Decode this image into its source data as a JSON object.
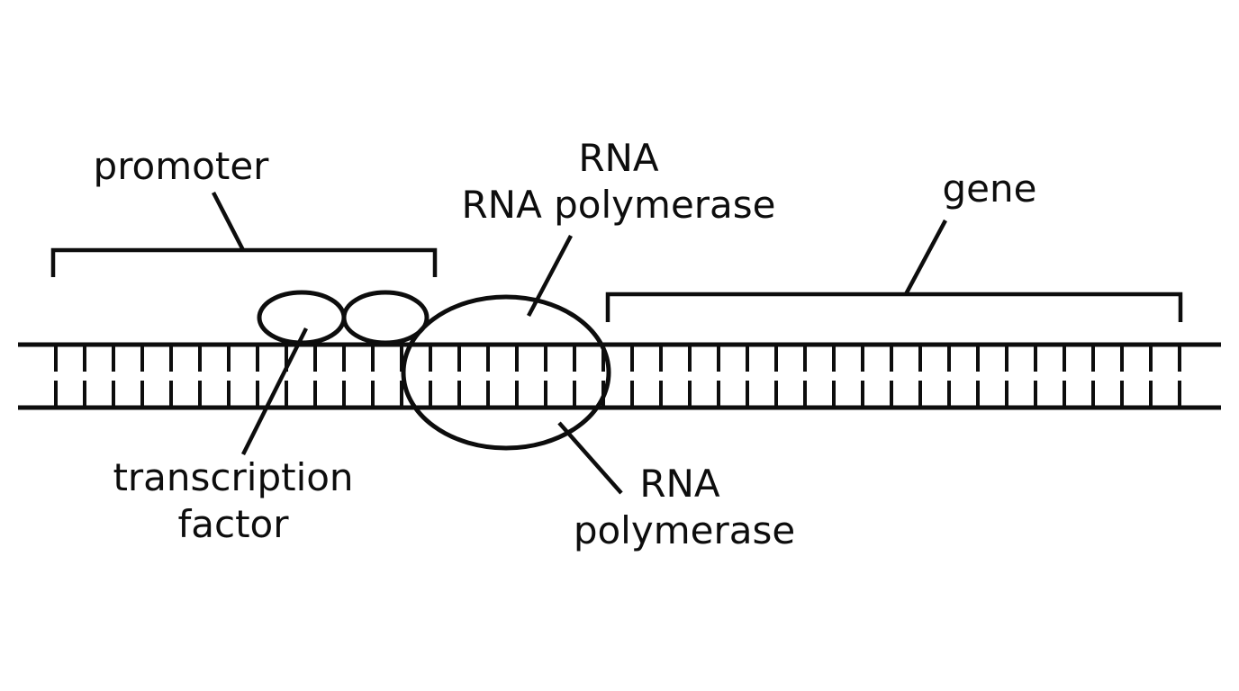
{
  "labels": {
    "promoter": "promoter",
    "rna_top_line1": "RNA",
    "rna_top_line2": "RNA polymerase",
    "gene": "gene",
    "transcription_factor_line1": "transcription",
    "transcription_factor_line2": "factor",
    "rna_bottom_line1": "RNA",
    "rna_bottom_line2": "polymerase"
  },
  "colors": {
    "ink": "#0d0d0d",
    "background": "#ffffff"
  }
}
